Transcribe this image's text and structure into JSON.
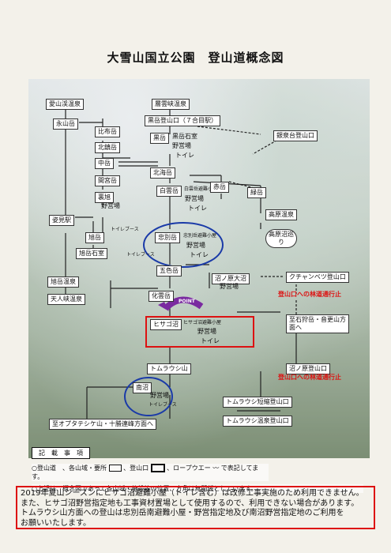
{
  "title": "大雪山国立公園　登山道概念図",
  "nodes": {
    "aizan": "愛山渓温泉",
    "sounkyo": "層雲峡温泉",
    "nagayama": "永山岳",
    "hirome": "比布岳",
    "kuro_trail": "黒岳登山口（７合目駅）",
    "kitachin": "北鎮岳",
    "kuro": "黒岳",
    "kuro_hut": "黒岳石室",
    "camp": "野営場",
    "toilet": "トイレ",
    "ginsen": "銀泉台登山口",
    "naka": "中岳",
    "hokkai": "北海岳",
    "akadake": "赤岳",
    "mamiya": "間宮岳",
    "hakuun": "白雲岳",
    "hakuun_hut": "白雲岳避難小屋",
    "midori": "緑岳",
    "ura_asahi": "裏旭",
    "kogen_onsen": "高原温泉",
    "asahidake_stn": "姿見駅",
    "asahidake": "旭岳",
    "toilet_booth": "トイレブース",
    "kogen_loop": "高原沼巡り",
    "chubetsu": "忠別岳",
    "chubetsu_hut": "忠別岳避難小屋",
    "asahi_hut": "旭岳石室",
    "asahi_onsen": "旭岳温泉",
    "goshiki": "五色岳",
    "numanodaira": "沼ノ原大沼",
    "kuchanbetsu": "クチャンベツ登山口",
    "tenninkyo": "天人峡温泉",
    "kaun": "化雲岳",
    "road_closed": "登山口への林道通行止",
    "ishikari": "至石狩岳・音更山方面へ",
    "hisago": "ヒサゴ沼",
    "hisago_hut": "ヒサゴ沼避難小屋",
    "numanodaira_trail": "沼ノ原登山口",
    "tomuraushi": "トムラウシ山",
    "minami_numa": "南沼",
    "tomu_tanshuku": "トムラウシ短縮登山口",
    "tomu_onsen": "トムラウシ温泉登山口",
    "oputa": "至オプタテシケ山・十勝連峰方面へ"
  },
  "legend": {
    "header": "記　載　事　項",
    "l1a": "○登山道　、各山域・要所",
    "l1b": "、登山口",
    "l1c": "、ロープウエー",
    "l1d": "で表記してます。",
    "l2": "○上記は、概念図であって各山域・施設等の位置、方角は無関係としています。"
  },
  "notice": [
    "2019年夏山シーズンにヒサゴ沼避難小屋（トイレ含む）は改修工事実施のため利用できません。",
    "また、ヒサゴ沼野営指定地も工事資材置場として使用するので、利用できない場合があります。",
    "トムラウシ山方面への登山は忠別岳南避難小屋・野営指定地及び南沼野営指定地のご利用を",
    "お願いいたします。"
  ],
  "marker": "POINT",
  "colors": {
    "accent": "#d11111",
    "circle": "#1a3aa8"
  }
}
